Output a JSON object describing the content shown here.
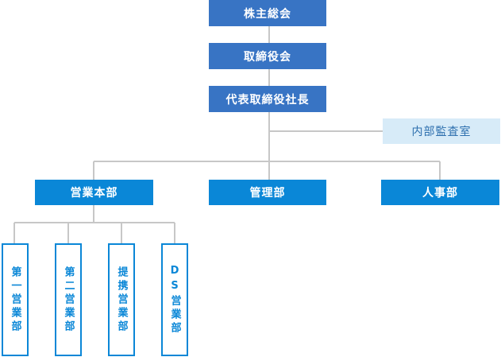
{
  "org_chart": {
    "shareholders_meeting": "株主総会",
    "board_of_directors": "取締役会",
    "president": "代表取締役社長",
    "internal_audit": "内部監査室",
    "departments": {
      "sales_hq": "営業本部",
      "management": "管理部",
      "hr": "人事部"
    },
    "sales_divisions": {
      "first": "第一営業部",
      "second": "第二営業部",
      "alliance": "提携営業部",
      "ds": "DS営業部"
    }
  },
  "colors": {
    "top_boxes": "#3874c4",
    "department_boxes": "#0a87d7",
    "audit_box": "#d7ebf8",
    "connectors": "#c7c7c7"
  }
}
